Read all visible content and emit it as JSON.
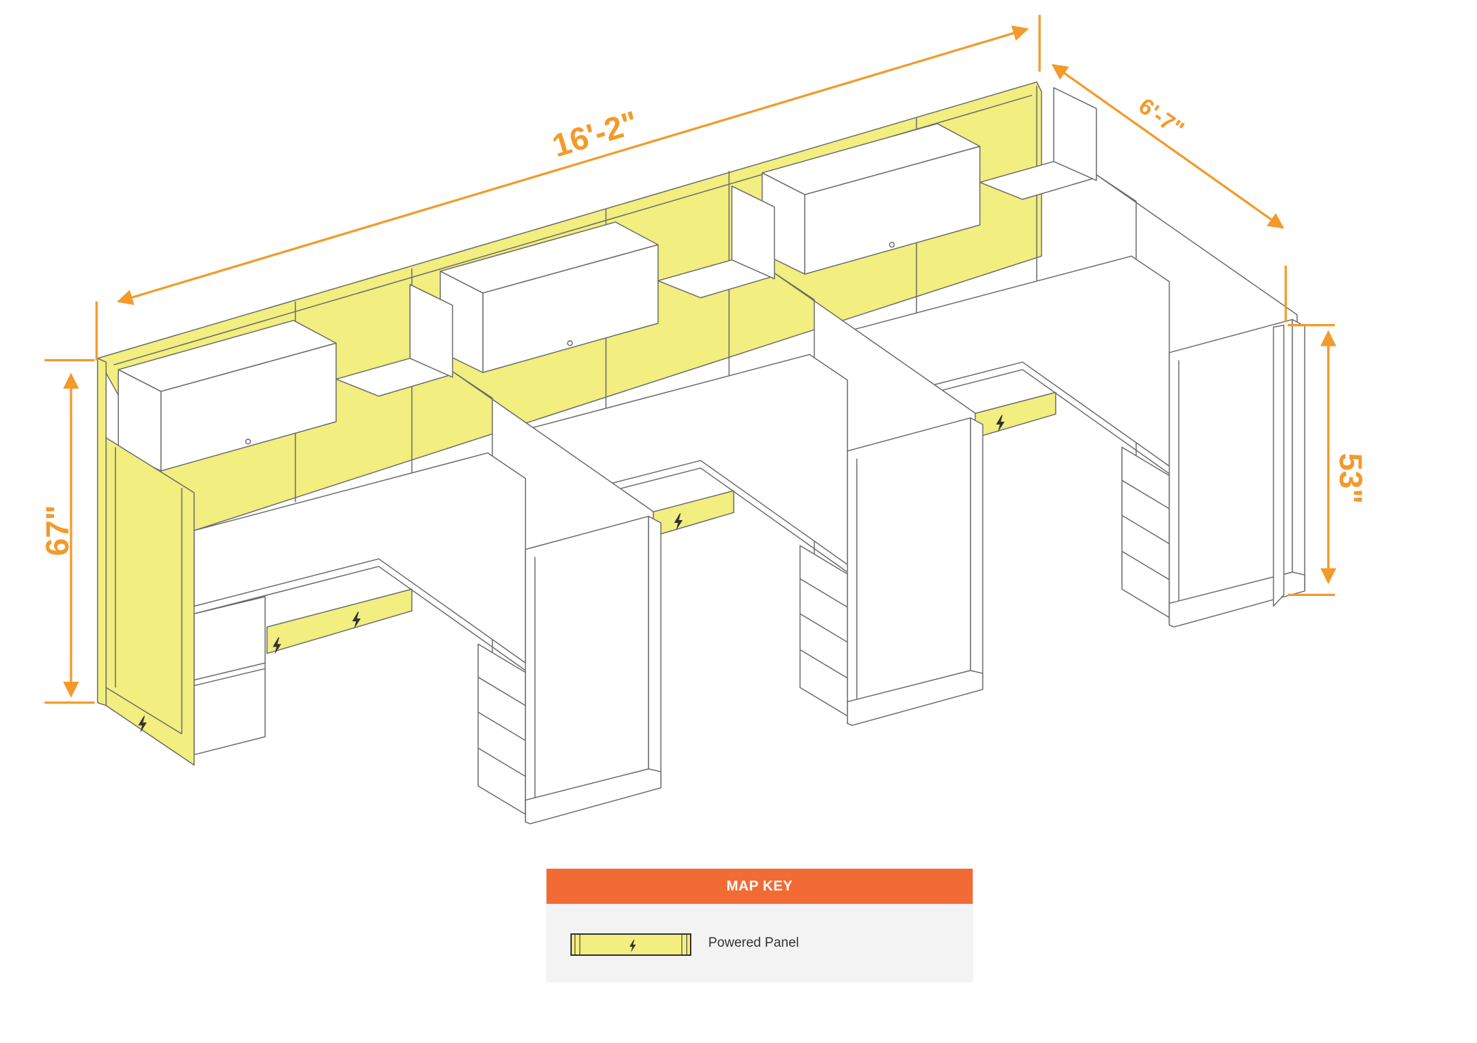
{
  "dimensions": {
    "overall_width": "16'-2\"",
    "overall_depth": "6'-7\"",
    "tall_panel_height": "67\"",
    "short_panel_height": "53\""
  },
  "map_key": {
    "title": "MAP KEY",
    "items": [
      {
        "label": "Powered Panel",
        "icon": "lightning-bolt-icon"
      }
    ]
  },
  "colors": {
    "dimension": "#f39a2b",
    "powered_panel": "#f2ee80",
    "key_header": "#f26b35",
    "key_body": "#f3f3f3"
  }
}
